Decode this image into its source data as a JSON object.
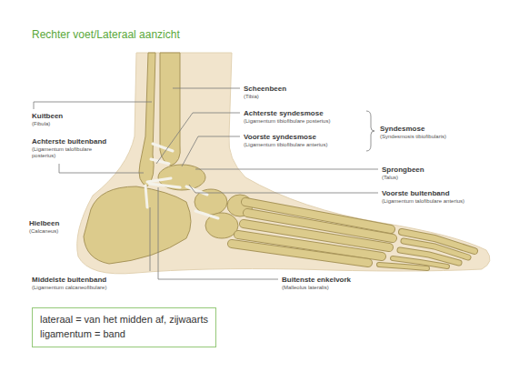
{
  "diagram": {
    "title": "Rechter voet/Lateraal aanzicht",
    "nodes": [
      {
        "text": [
          "lateraal = van het midden af, zijwaarts",
          "ligamentum = band"
        ]
      }
    ],
    "labels": [
      "Scheenbeen",
      "(Tibia)",
      "Kuitbeen",
      "(Fibula)",
      "Achterste syndesmose",
      "(Ligamentum tibiofibulare posterius)",
      "Voorste syndesmose",
      "(Ligamentum tibiofibulare anterius)",
      "Syndesmose",
      "(Syndesmosis tibiofibularis)",
      "Achterste buitenband",
      "(Ligamentum talofibulare posterius)",
      "Sprongbeen",
      "(Talus)",
      "Voorste buitenband",
      "(Ligamentum talofibulare anterius)",
      "Hielbeen",
      "(Calcaneus)",
      "Middelste buitenband",
      "(Ligamentum calcaneofibulare)",
      "Buitenste enkelvork",
      "(Malleolus lateralis)"
    ]
  }
}
